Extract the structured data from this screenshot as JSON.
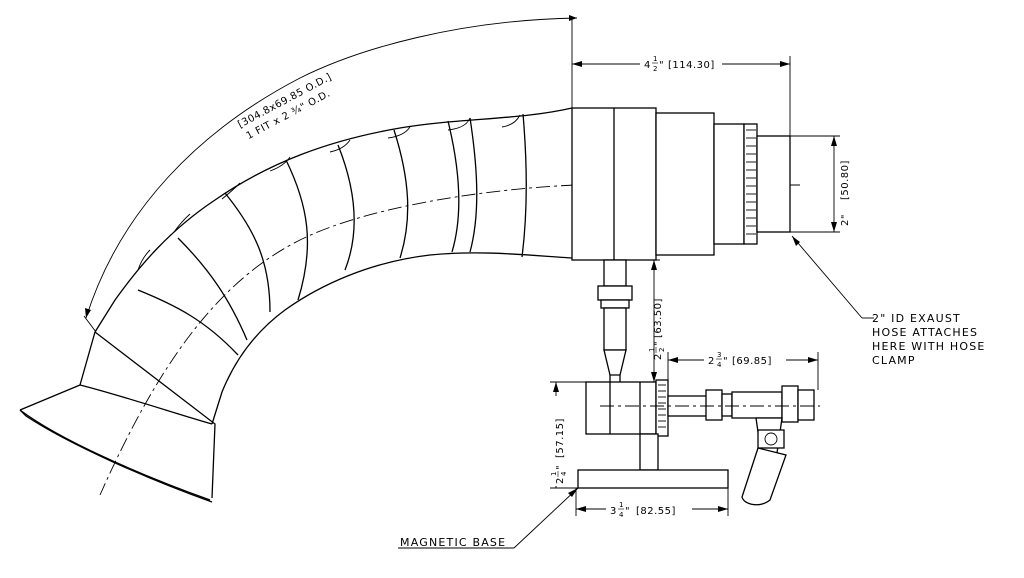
{
  "dimensions": {
    "fume_arm_length": [
      "[304.8x69.85 O.D.]",
      "1 FIT x 2 ¾\" O.D."
    ],
    "collar_width": {
      "whole": "4",
      "num": "1",
      "den": "2",
      "unit": "\"",
      "metric": "[114.30]"
    },
    "outlet_diameter": {
      "imperial": "2\"",
      "metric": "[50.80]"
    },
    "stem_height": {
      "whole": "2",
      "num": "1",
      "den": "2",
      "unit": "\"",
      "metric": "[63.50]"
    },
    "valve_length": {
      "whole": "2",
      "num": "3",
      "den": "4",
      "unit": "\"",
      "metric": "[69.85]"
    },
    "clamp_height": {
      "whole": "2",
      "num": "1",
      "den": "4",
      "unit": "\"",
      "metric": "[57.15]"
    },
    "base_width": {
      "whole": "3",
      "num": "1",
      "den": "4",
      "unit": "\"",
      "metric": "[82.55]"
    }
  },
  "notes": {
    "hose_attach": [
      "2\" ID EXAUST",
      "HOSE ATTACHES",
      "HERE WITH HOSE",
      "CLAMP"
    ],
    "magnetic_base": "MAGNETIC BASE"
  }
}
